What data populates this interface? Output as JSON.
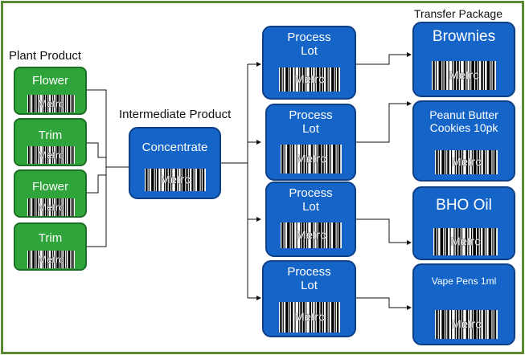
{
  "headings": {
    "plant_product": "Plant Product",
    "intermediate_product": "Intermediate Product",
    "transfer_package": "Transfer Package"
  },
  "barcode_text": "Metrc",
  "plant_products": [
    "Flower",
    "Trim",
    "Flower",
    "Trim"
  ],
  "intermediate": "Concentrate",
  "process_lot_label": "Process Lot",
  "transfer_packages": [
    "Brownies",
    "Peanut Butter Cookies 10pk",
    "BHO Oil",
    "Vape Pens 1ml"
  ],
  "colors": {
    "border": "#5a8a30",
    "plant_green": "#2ea43a",
    "process_blue": "#1565c8",
    "line": "#111111"
  }
}
